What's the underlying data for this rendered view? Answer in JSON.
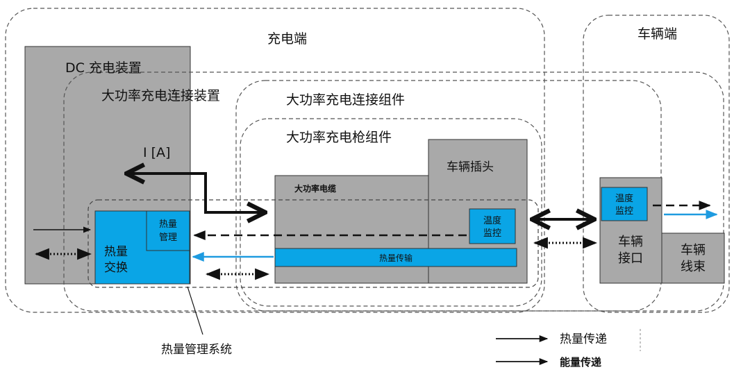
{
  "regions": {
    "charging_end": "充电端",
    "vehicle_end": "车辆端",
    "dc_charger": "DC 充电装置",
    "hpc_connection_device": "大功率充电连接装置",
    "hpc_connection_assembly": "大功率充电连接组件",
    "hpc_gun_assembly": "大功率充电枪组件"
  },
  "blocks": {
    "current": "I [A]",
    "cable": "大功率电缆",
    "vehicle_plug": "车辆插头",
    "temp_monitor_plug": [
      "温度",
      "监控"
    ],
    "heat_transfer_bar": "热量传输",
    "heat_exchange": [
      "热量",
      "交换"
    ],
    "heat_management": [
      "热量",
      "管理"
    ],
    "temp_monitor_inlet": [
      "温度",
      "监控"
    ],
    "vehicle_inlet": [
      "车辆",
      "接口"
    ],
    "vehicle_harness": [
      "车辆",
      "线束"
    ]
  },
  "annotations": {
    "thermal_system": "热量管理系统"
  },
  "legend": {
    "item1": "热量传递",
    "item2": "能量传递"
  },
  "colors": {
    "grey": "#a9a9a9",
    "blue": "#0aa5e6",
    "light_blue_arrow": "#1e9be0",
    "line": "#111111",
    "dash": "#555555"
  }
}
